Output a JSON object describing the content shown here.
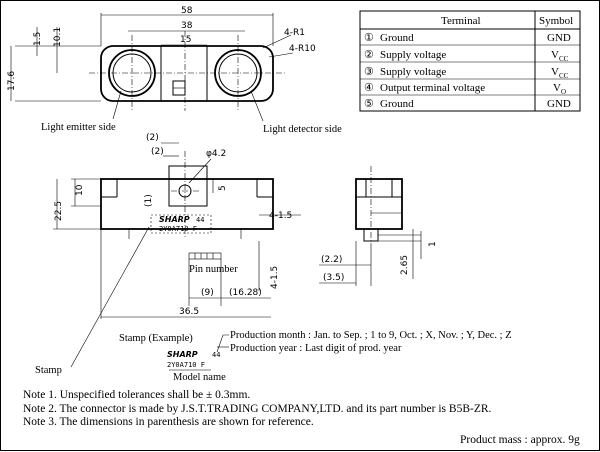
{
  "table": {
    "headers": {
      "terminal": "Terminal",
      "symbol": "Symbol"
    },
    "rows": [
      {
        "num": "①",
        "terminal": "Ground",
        "symbol": "GND",
        "sub": ""
      },
      {
        "num": "②",
        "terminal": "Supply voltage",
        "symbol": "V",
        "sub": "CC"
      },
      {
        "num": "③",
        "terminal": "Supply voltage",
        "symbol": "V",
        "sub": "CC"
      },
      {
        "num": "④",
        "terminal": "Output terminal voltage",
        "symbol": "V",
        "sub": "O"
      },
      {
        "num": "⑤",
        "terminal": "Ground",
        "symbol": "GND",
        "sub": ""
      }
    ]
  },
  "top_view": {
    "dims": {
      "overall": "58",
      "inner": "38",
      "center": "15",
      "d1": "1.5",
      "d2": "10.1",
      "height": "17.6",
      "r1": "4-R1",
      "r10": "4-R10"
    },
    "labels": {
      "emitter": "Light emitter side",
      "detector": "Light detector side"
    }
  },
  "front_view": {
    "dims": {
      "p2a": "(2)",
      "p2b": "(2)",
      "hole": "φ4.2",
      "d10": "10",
      "d22": "22.5",
      "d5": "5",
      "p1": "(1)",
      "d415a": "4-1.5",
      "d415b": "4-1.5",
      "p9": "(9)",
      "p1628": "(16.28)",
      "d365": "36.5"
    },
    "stamp_text": {
      "brand": "SHARP",
      "code": "44",
      "model": "2Y0A710  F"
    },
    "pin_number": "Pin number"
  },
  "side_view": {
    "dims": {
      "p22": "(2.2)",
      "p35": "(3.5)",
      "d265": "2.65",
      "d1": "1"
    }
  },
  "stamp_example": {
    "title": "Stamp (Example)",
    "production_month": "Production month : Jan. to Sep. ; 1 to 9, Oct. ; X, Nov. ; Y, Dec. ; Z",
    "production_year": "Production year : Last digit of prod. year",
    "model_name": "Model name",
    "brand": "SHARP",
    "code": "44",
    "model_code": "2Y0A710  F",
    "stamp_label": "Stamp"
  },
  "notes": [
    "Note 1. Unspecified tolerances shall be ± 0.3mm.",
    "Note 2. The connector is made by  J.S.T.TRADING COMPANY,LTD. and its part number is B5B-ZR.",
    "Note 3. The dimensions in parenthesis are shown for reference."
  ],
  "product_mass": "Product mass : approx. 9g"
}
